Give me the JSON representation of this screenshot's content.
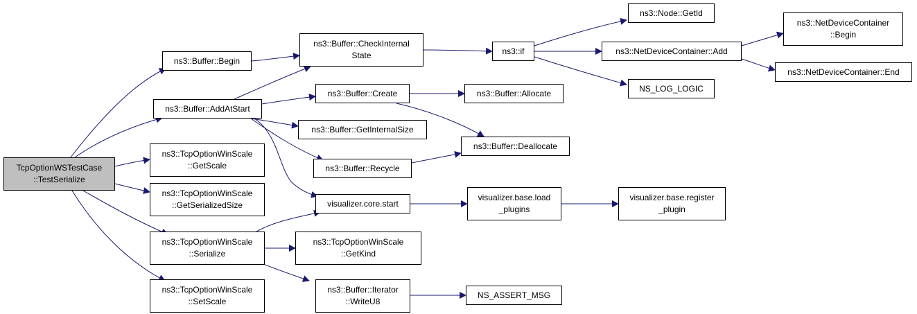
{
  "colors": {
    "edge": "#191970",
    "node_border": "#000000",
    "node_fill": "#ffffff",
    "root_fill": "#bfbfbf"
  },
  "nodes": {
    "root": [
      "TcpOptionWSTestCase",
      "::TestSerialize"
    ],
    "buffer_begin": [
      "ns3::Buffer::Begin"
    ],
    "buffer_addatstart": [
      "ns3::Buffer::AddAtStart"
    ],
    "getscale": [
      "ns3::TcpOptionWinScale",
      "::GetScale"
    ],
    "getserializedsize": [
      "ns3::TcpOptionWinScale",
      "::GetSerializedSize"
    ],
    "serialize": [
      "ns3::TcpOptionWinScale",
      "::Serialize"
    ],
    "setscale": [
      "ns3::TcpOptionWinScale",
      "::SetScale"
    ],
    "checkinternal": [
      "ns3::Buffer::CheckInternal",
      "State"
    ],
    "create": [
      "ns3::Buffer::Create"
    ],
    "getinternalsize": [
      "ns3::Buffer::GetInternalSize"
    ],
    "recycle": [
      "ns3::Buffer::Recycle"
    ],
    "vis_core_start": [
      "visualizer.core.start"
    ],
    "getkind": [
      "ns3::TcpOptionWinScale",
      "::GetKind"
    ],
    "writeu8": [
      "ns3::Buffer::Iterator",
      "::WriteU8"
    ],
    "ns3_if": [
      "ns3::if"
    ],
    "allocate": [
      "ns3::Buffer::Allocate"
    ],
    "deallocate": [
      "ns3::Buffer::Deallocate"
    ],
    "load_plugins": [
      "visualizer.base.load",
      "_plugins"
    ],
    "ns_assert_msg": [
      "NS_ASSERT_MSG"
    ],
    "node_getid": [
      "ns3::Node::GetId"
    ],
    "ndc_add": [
      "ns3::NetDeviceContainer::Add"
    ],
    "ns_log_logic": [
      "NS_LOG_LOGIC"
    ],
    "register_plugin": [
      "visualizer.base.register",
      "_plugin"
    ],
    "ndc_begin": [
      "ns3::NetDeviceContainer",
      "::Begin"
    ],
    "ndc_end": [
      "ns3::NetDeviceContainer::End"
    ]
  }
}
